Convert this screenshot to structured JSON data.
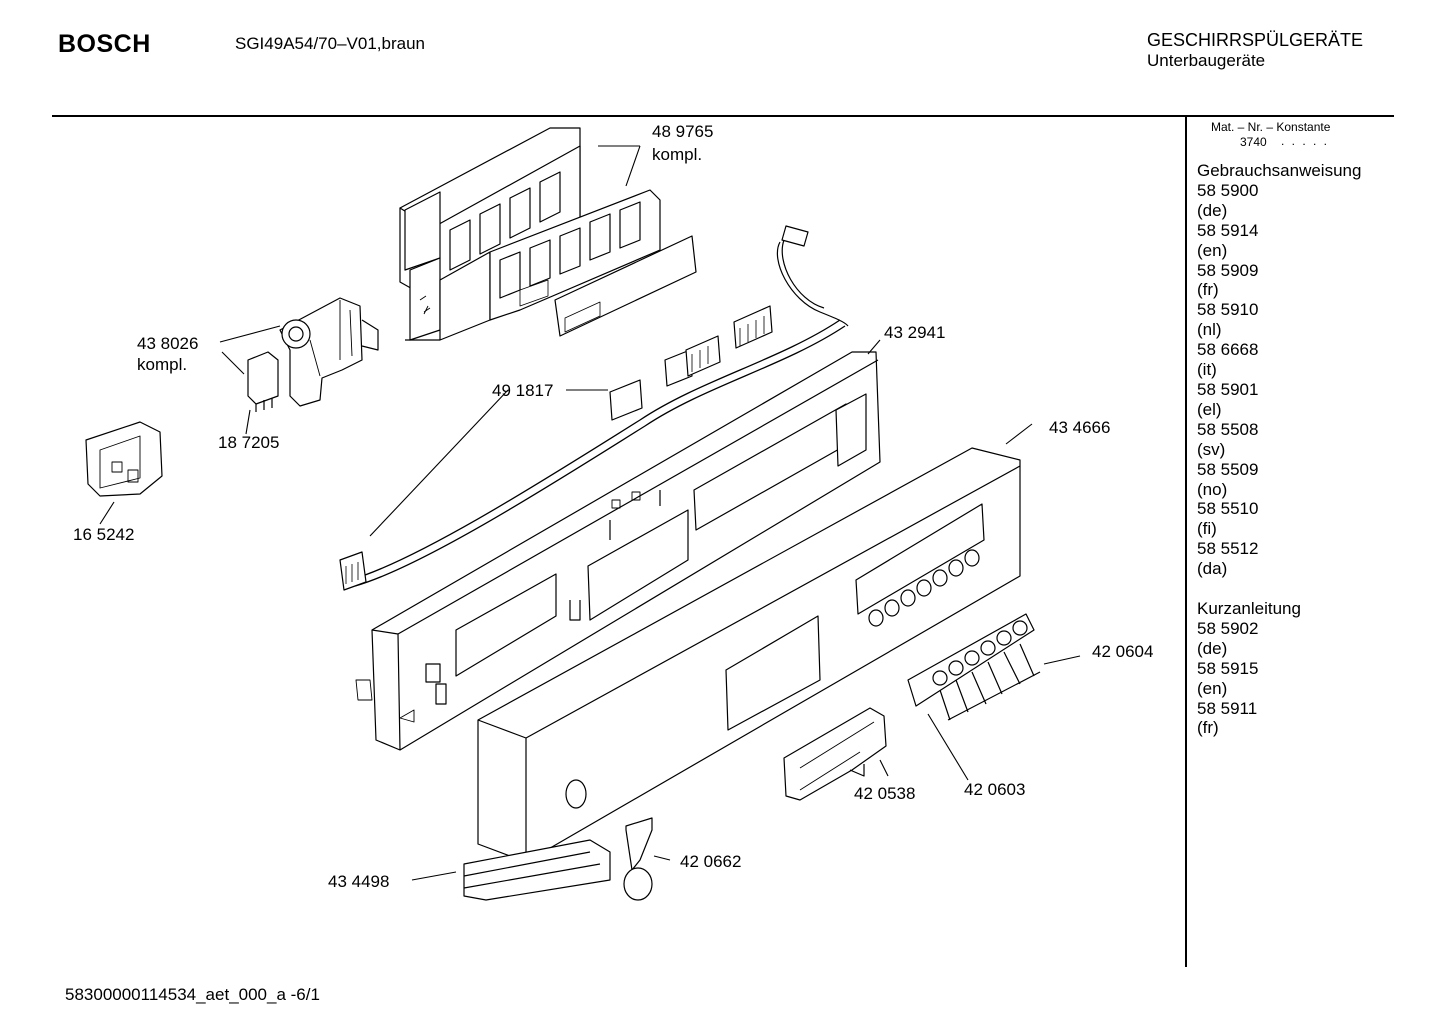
{
  "header": {
    "brand": "BOSCH",
    "model": "SGI49A54/70–V01,braun",
    "category": "GESCHIRRSPÜLGERÄTE",
    "subcategory": "Unterbaugeräte"
  },
  "sidebar": {
    "mat_label": "Mat. – Nr. – Konstante",
    "mat_value": "3740",
    "mat_dots": ". . . . .",
    "sections": [
      {
        "title": "Gebrauchsanweisung",
        "items": [
          {
            "number": "58 5900",
            "lang": "(de)"
          },
          {
            "number": "58 5914",
            "lang": "(en)"
          },
          {
            "number": "58 5909",
            "lang": "(fr)"
          },
          {
            "number": "58 5910",
            "lang": "(nl)"
          },
          {
            "number": "58 6668",
            "lang": "(it)"
          },
          {
            "number": "58 5901",
            "lang": "(el)"
          },
          {
            "number": "58 5508",
            "lang": "(sv)"
          },
          {
            "number": "58 5509",
            "lang": "(no)"
          },
          {
            "number": "58 5510",
            "lang": "(fi)"
          },
          {
            "number": "58 5512",
            "lang": "(da)"
          }
        ]
      },
      {
        "title": "Kurzanleitung",
        "items": [
          {
            "number": "58 5902",
            "lang": "(de)"
          },
          {
            "number": "58 5915",
            "lang": "(en)"
          },
          {
            "number": "58 5911",
            "lang": "(fr)"
          }
        ]
      }
    ]
  },
  "parts": {
    "p489765": "48 9765",
    "p489765_sub": "kompl.",
    "p438026": "43 8026",
    "p438026_sub": "kompl.",
    "p187205": "18 7205",
    "p165242": "16 5242",
    "p491817": "49 1817",
    "p432941": "43 2941",
    "p434666": "43 4666",
    "p420604": "42 0604",
    "p420538": "42 0538",
    "p420603": "42 0603",
    "p420662": "42 0662",
    "p434498": "43 4498"
  },
  "footer": {
    "doc_id": "58300000114534_aet_000_a  -6/1"
  }
}
